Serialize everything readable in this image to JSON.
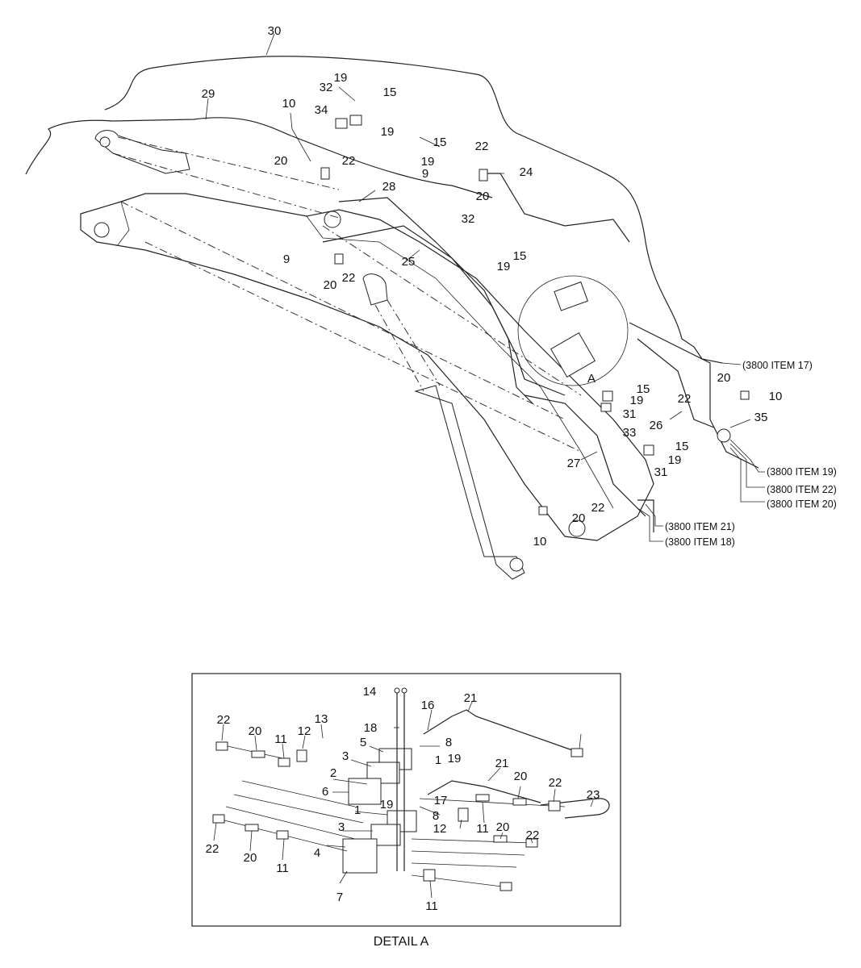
{
  "callouts": [
    "30",
    "29",
    "19",
    "15",
    "32",
    "34",
    "10",
    "19",
    "15",
    "20",
    "22",
    "19",
    "9",
    "22",
    "20",
    "24",
    "28",
    "32",
    "9",
    "20",
    "22",
    "25",
    "19",
    "15",
    "A",
    "15",
    "19",
    "31",
    "33",
    "20",
    "22",
    "26",
    "10",
    "35",
    "15",
    "19",
    "31",
    "27",
    "20",
    "22",
    "10",
    "14",
    "16",
    "21",
    "18",
    "13",
    "8",
    "22",
    "20",
    "11",
    "12",
    "5",
    "3",
    "1",
    "19",
    "2",
    "6",
    "21",
    "20",
    "22",
    "23",
    "19",
    "17",
    "1",
    "8",
    "12",
    "11",
    "20",
    "22",
    "3",
    "22",
    "20",
    "11",
    "4",
    "7",
    "11"
  ],
  "refs": [
    "(3800 ITEM 17)",
    "(3800 ITEM 19)",
    "(3800 ITEM 22)",
    "(3800 ITEM 20)",
    "(3800 ITEM 21)",
    "(3800 ITEM 18)"
  ],
  "detail_caption": "DETAIL A"
}
